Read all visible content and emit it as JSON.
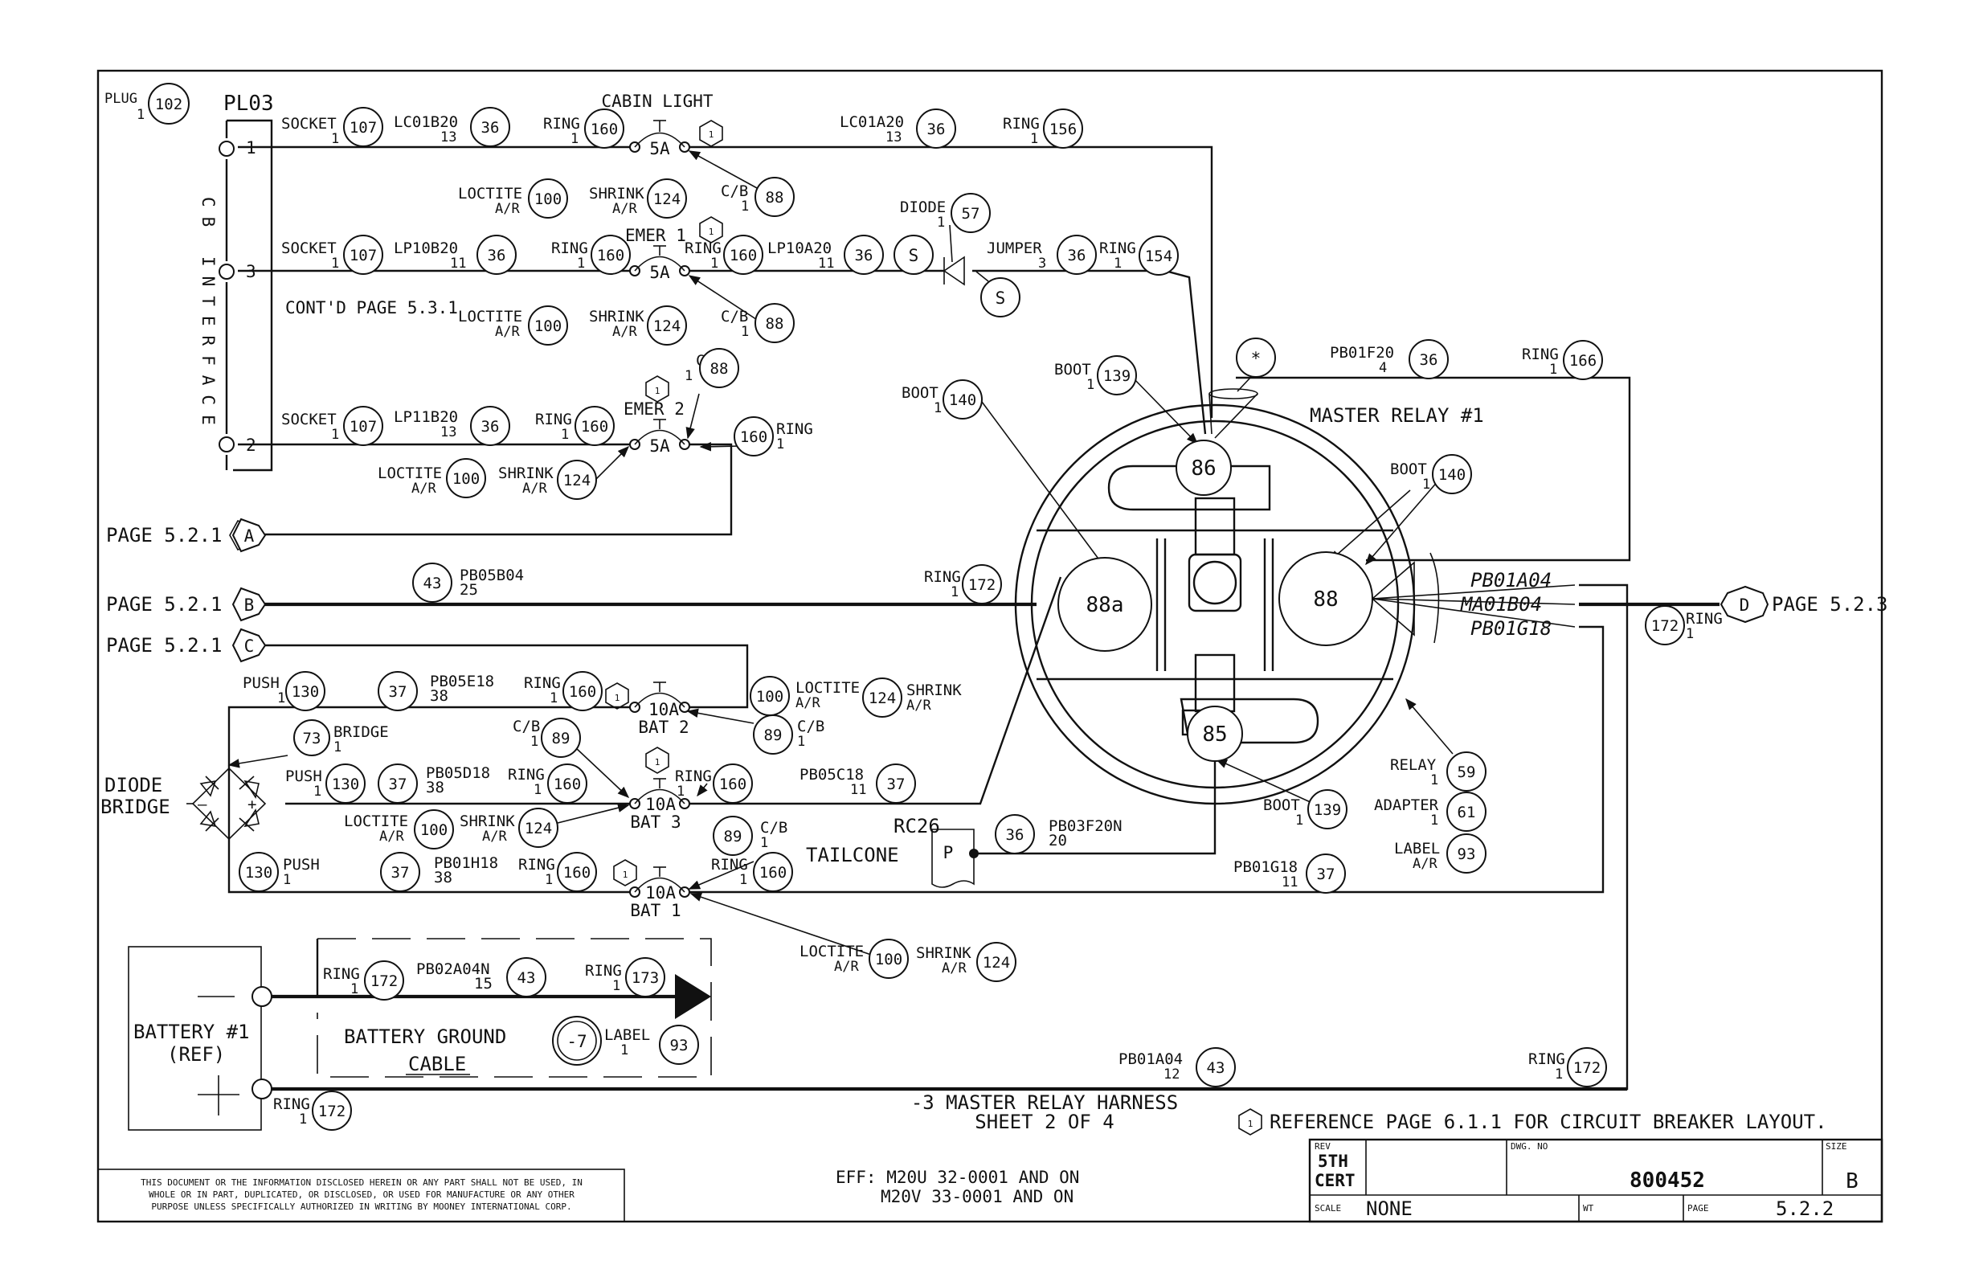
{
  "connector": {
    "plug_label": "PLUG",
    "plug_qty": "1",
    "plug_num": "102",
    "name": "PL03",
    "vertical": "CB INTERFACE",
    "pins": [
      "1",
      "3",
      "2"
    ]
  },
  "labels": {
    "cabin_light": "CABIN LIGHT",
    "emer1": "EMER 1",
    "emer2": "EMER 2",
    "bat1": "BAT 1",
    "bat2": "BAT 2",
    "bat3": "BAT 3",
    "cont": "CONT'D PAGE 5.3.1",
    "diode_bridge_1": "DIODE",
    "diode_bridge_2": "BRIDGE",
    "bridge": "BRIDGE",
    "master_relay": "MASTER RELAY #1",
    "rc26": "RC26",
    "tailcone": "TAILCONE",
    "battery_1": "BATTERY #1",
    "battery_2": "(REF)",
    "ground_1": "BATTERY GROUND",
    "ground_2": "CABLE",
    "jumper": "JUMPER",
    "diode": "DIODE",
    "p": "P",
    "s": "S",
    "star": "*",
    "dash7": "-7",
    "cb5a": "5A",
    "cb10a": "10A",
    "one": "1"
  },
  "pages": {
    "a": "PAGE 5.2.1",
    "b": "PAGE 5.2.1",
    "c": "PAGE 5.2.1",
    "d": "PAGE 5.2.3",
    "la": "A",
    "lb": "B",
    "lc": "C",
    "ld": "D"
  },
  "relay": {
    "t86": "86",
    "t85": "85",
    "t88a": "88a",
    "t88": "88"
  },
  "wires": {
    "lc01b20": "LC01B20",
    "lc01a20": "LC01A20",
    "lp10b20": "LP10B20",
    "lp10a20": "LP10A20",
    "lp11b20": "LP11B20",
    "pb05b04": "PB05B04",
    "pb05e18": "PB05E18",
    "pb05d18": "PB05D18",
    "pb05c18": "PB05C18",
    "pb01h18": "PB01H18",
    "pb01g18": "PB01G18",
    "pb03f20n": "PB03F20N",
    "pb02a04n": "PB02A04N",
    "pb01a04": "PB01A04",
    "pb01f20": "PB01F20",
    "it_a04": "PB01A04",
    "it_ma": "MA01B04",
    "it_g18": "PB01G18"
  },
  "parts": {
    "socket": "SOCKET",
    "ring": "RING",
    "loctite": "LOCTITE",
    "shrink": "SHRINK",
    "cb": "C/B",
    "boot": "BOOT",
    "push": "PUSH",
    "relay": "RELAY",
    "adapter": "ADAPTER",
    "label": "LABEL",
    "ar": "A/R"
  },
  "nums": {
    "n1": "1",
    "n3": "3",
    "n4": "4",
    "n11": "11",
    "n12": "12",
    "n13": "13",
    "n15": "15",
    "n20": "20",
    "n25": "25",
    "n38": "38",
    "b100": "100",
    "b107": "107",
    "b36": "36",
    "b160": "160",
    "b156": "156",
    "b124": "124",
    "b88": "88",
    "b57": "57",
    "b154": "154",
    "b139": "139",
    "b140": "140",
    "b166": "166",
    "b172": "172",
    "b43": "43",
    "b130": "130",
    "b37": "37",
    "b73": "73",
    "b89": "89",
    "b59": "59",
    "b61": "61",
    "b93": "93",
    "b173": "173"
  },
  "footer": {
    "title_1": "-3 MASTER RELAY HARNESS",
    "title_2": "SHEET 2 OF 4",
    "reference": "REFERENCE PAGE 6.1.1 FOR CIRCUIT BREAKER LAYOUT.",
    "eff_1": "EFF: M20U 32-0001 AND ON",
    "eff_2": "M20V 33-0001 AND ON",
    "disclaimer_1": "THIS DOCUMENT OR THE INFORMATION DISCLOSED HEREIN OR ANY PART SHALL NOT BE USED, IN",
    "disclaimer_2": "WHOLE OR IN PART, DUPLICATED, OR DISCLOSED, OR USED FOR MANUFACTURE OR ANY OTHER",
    "disclaimer_3": "PURPOSE UNLESS SPECIFICALLY AUTHORIZED IN WRITING BY MOONEY INTERNATIONAL CORP.",
    "rev_label": "REV",
    "rev_1": "5TH",
    "rev_2": "CERT",
    "dwg_label": "DWG. NO",
    "dwg_no": "800452",
    "size_label": "SIZE",
    "size": "B",
    "scale_label": "SCALE",
    "scale": "NONE",
    "wt_label": "WT",
    "page_label": "PAGE",
    "page": "5.2.2"
  }
}
